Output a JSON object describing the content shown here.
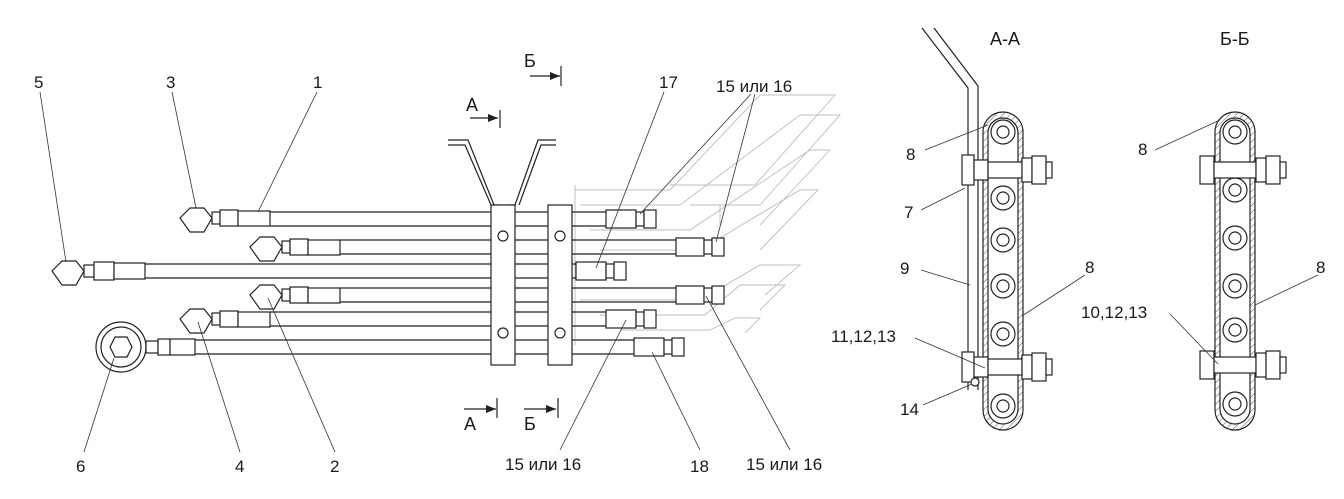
{
  "callouts": {
    "c1": "1",
    "c2": "2",
    "c3": "3",
    "c4": "4",
    "c5": "5",
    "c6": "6",
    "c17": "17",
    "c18": "18",
    "c15_16_top": "15 или 16",
    "c15_16_bottom_left": "15 или 16",
    "c15_16_bottom_right": "15 или 16",
    "c7": "7",
    "c8_a1": "8",
    "c8_a2": "8",
    "c9": "9",
    "c11_12_13": "11,12,13",
    "c14": "14",
    "c8_b1": "8",
    "c8_b2": "8",
    "c10_12_13": "10,12,13"
  },
  "section_marks": {
    "a_top": "А",
    "a_bottom": "А",
    "b_top": "Б",
    "b_bottom": "Б"
  },
  "section_titles": {
    "aa": "А-А",
    "bb": "Б-Б"
  }
}
